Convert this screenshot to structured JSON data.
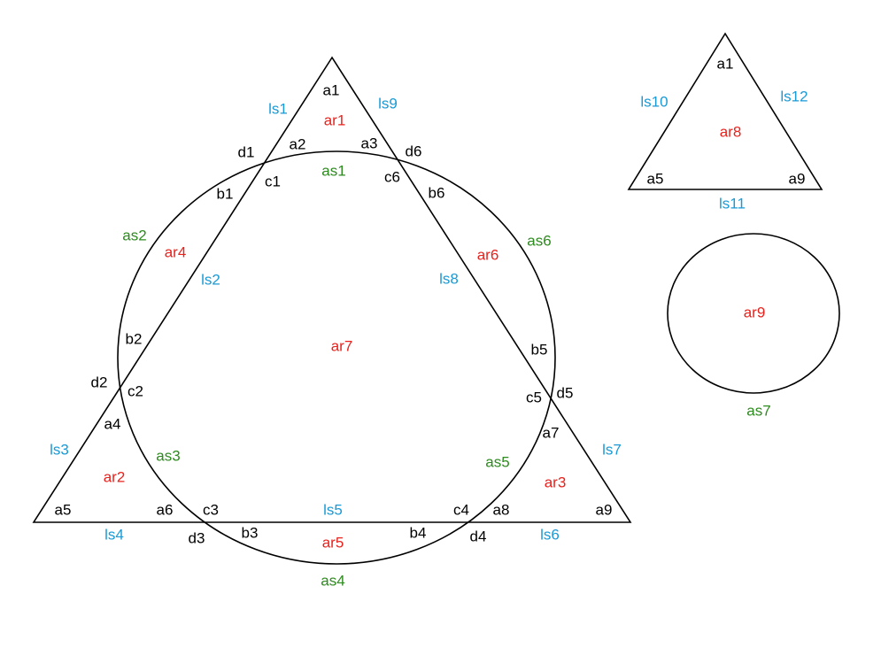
{
  "colors": {
    "stroke": "#000000",
    "angle": "#000000",
    "segment": "#1a9ad6",
    "area": "#e8231d",
    "arc": "#2e8b1f"
  },
  "labels": {
    "main_triangle": {
      "angles": [
        "a1",
        "a2",
        "a3",
        "a4",
        "a5",
        "a6",
        "a7",
        "a8",
        "a9"
      ],
      "points": [
        "b1",
        "b2",
        "b3",
        "b4",
        "b5",
        "b6",
        "c1",
        "c2",
        "c3",
        "c4",
        "c5",
        "c6",
        "d1",
        "d2",
        "d3",
        "d4",
        "d5",
        "d6"
      ],
      "segments": [
        "ls1",
        "ls2",
        "ls3",
        "ls4",
        "ls5",
        "ls6",
        "ls7",
        "ls8",
        "ls9"
      ],
      "areas": [
        "ar1",
        "ar2",
        "ar3",
        "ar4",
        "ar5",
        "ar6",
        "ar7"
      ],
      "arcs": [
        "as1",
        "as2",
        "as3",
        "as4",
        "as5",
        "as6"
      ]
    },
    "small_triangle": {
      "angles": [
        "a1",
        "a5",
        "a9"
      ],
      "segments": [
        "ls10",
        "ls11",
        "ls12"
      ],
      "area": "ar8"
    },
    "small_circle": {
      "area": "ar9",
      "arc": "as7"
    }
  }
}
